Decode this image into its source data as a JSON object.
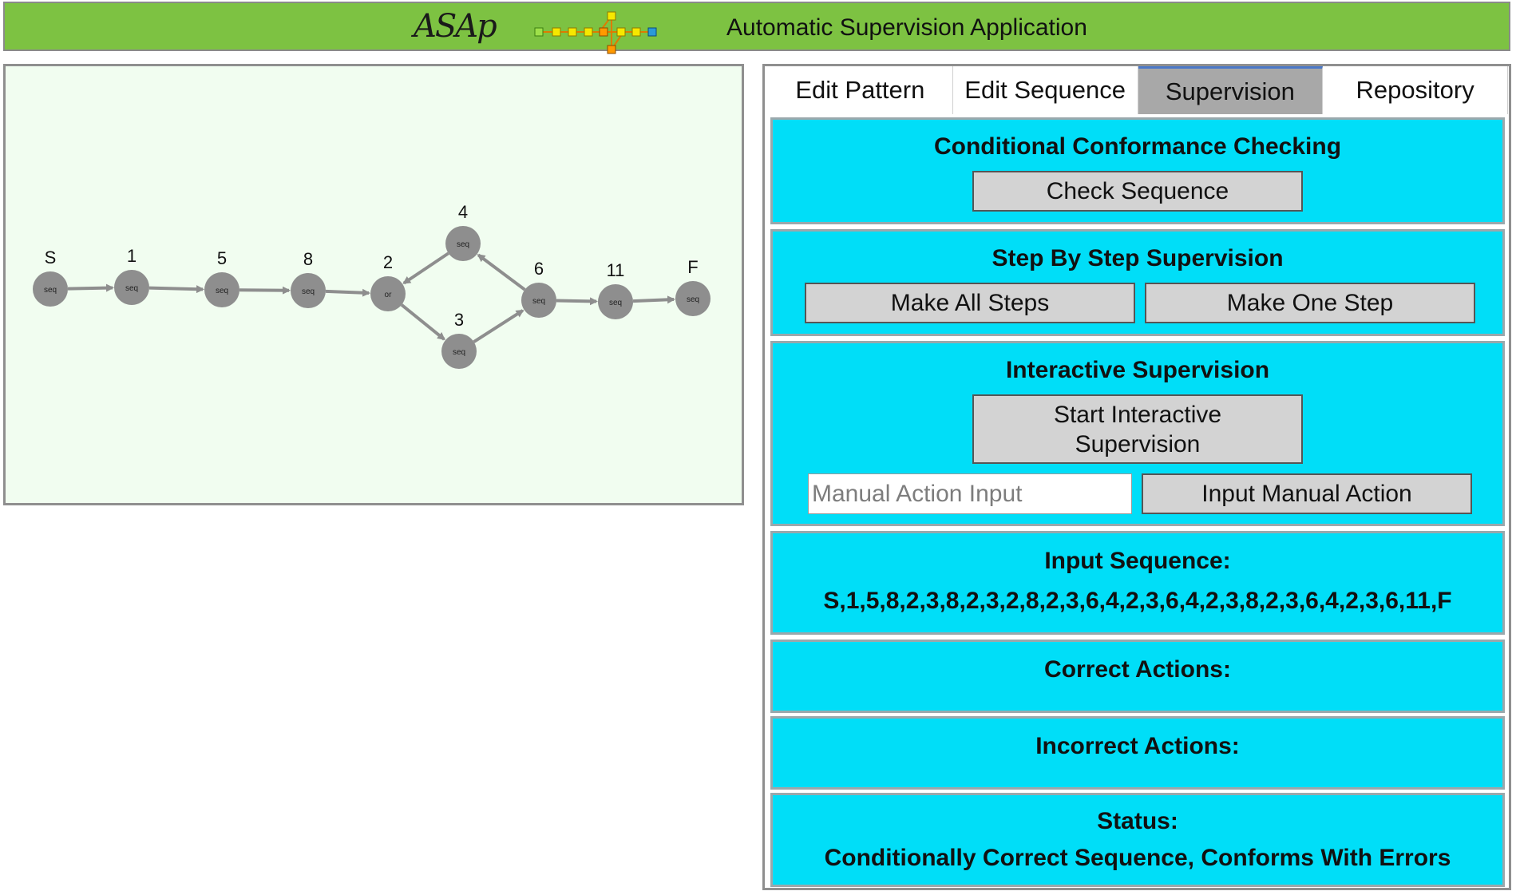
{
  "header": {
    "logo_text": "ASAp",
    "title": "Automatic Supervision Application",
    "color": "#7dc242"
  },
  "graph": {
    "nodes": [
      {
        "id": "S",
        "type": "seq"
      },
      {
        "id": "1",
        "type": "seq"
      },
      {
        "id": "5",
        "type": "seq"
      },
      {
        "id": "8",
        "type": "seq"
      },
      {
        "id": "2",
        "type": "or"
      },
      {
        "id": "4",
        "type": "seq"
      },
      {
        "id": "3",
        "type": "seq"
      },
      {
        "id": "6",
        "type": "seq"
      },
      {
        "id": "11",
        "type": "seq"
      },
      {
        "id": "F",
        "type": "seq"
      }
    ],
    "edges": [
      [
        "S",
        "1"
      ],
      [
        "1",
        "5"
      ],
      [
        "5",
        "8"
      ],
      [
        "8",
        "2"
      ],
      [
        "2",
        "3"
      ],
      [
        "3",
        "6"
      ],
      [
        "6",
        "4"
      ],
      [
        "4",
        "2"
      ],
      [
        "6",
        "11"
      ],
      [
        "11",
        "F"
      ]
    ]
  },
  "tabs": [
    {
      "label": "Edit Pattern",
      "active": false
    },
    {
      "label": "Edit Sequence",
      "active": false
    },
    {
      "label": "Supervision",
      "active": true
    },
    {
      "label": "Repository",
      "active": false
    }
  ],
  "conformance": {
    "title": "Conditional Conformance Checking",
    "check_button": "Check Sequence"
  },
  "step": {
    "title": "Step By Step Supervision",
    "all_button": "Make All Steps",
    "one_button": "Make One Step"
  },
  "interactive": {
    "title": "Interactive Supervision",
    "start_button_line1": "Start Interactive",
    "start_button_line2": "Supervision",
    "manual_placeholder": "Manual Action Input",
    "manual_button": "Input Manual Action"
  },
  "input_sequence": {
    "title": "Input Sequence:",
    "value": "S,1,5,8,2,3,8,2,3,2,8,2,3,6,4,2,3,6,4,2,3,8,2,3,6,4,2,3,6,11,F"
  },
  "correct": {
    "title": "Correct Actions:"
  },
  "incorrect": {
    "title": "Incorrect Actions:"
  },
  "status": {
    "title": "Status:",
    "value": "Conditionally Correct Sequence, Conforms With Errors"
  },
  "colors": {
    "section_bg": "#00def8",
    "graph_bg": "#f1fdf0",
    "node": "#8e8e8e"
  }
}
